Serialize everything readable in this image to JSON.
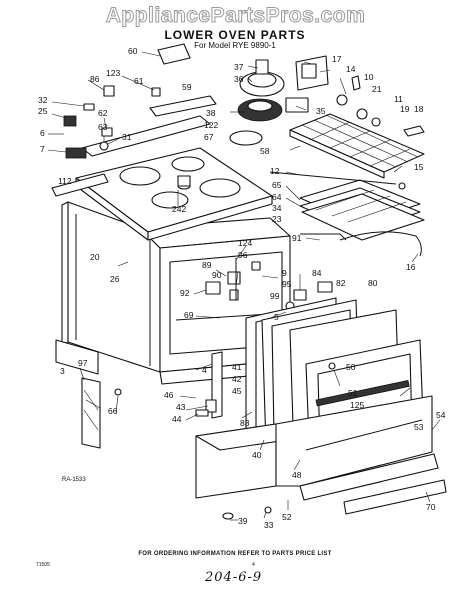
{
  "watermark": "AppliancePartsPros.com",
  "title": "LOWER OVEN PARTS",
  "subtitle": "For Model RYE 9890-1",
  "figure_code": "RA-1533",
  "footer_note": "FOR ORDERING INFORMATION REFER TO PARTS PRICE LIST",
  "ref_code": "71505",
  "page_number": "4",
  "handwritten_note": "204-6-9",
  "callouts": [
    {
      "id": "c60",
      "text": "60"
    },
    {
      "id": "c37",
      "text": "37"
    },
    {
      "id": "c17",
      "text": "17"
    },
    {
      "id": "c14",
      "text": "14"
    },
    {
      "id": "c86",
      "text": "86"
    },
    {
      "id": "c123",
      "text": "123"
    },
    {
      "id": "c61",
      "text": "61"
    },
    {
      "id": "c36",
      "text": "36"
    },
    {
      "id": "c10",
      "text": "10"
    },
    {
      "id": "c59",
      "text": "59"
    },
    {
      "id": "c21",
      "text": "21"
    },
    {
      "id": "c32",
      "text": "32"
    },
    {
      "id": "c25",
      "text": "25"
    },
    {
      "id": "c11",
      "text": "11"
    },
    {
      "id": "c19",
      "text": "19"
    },
    {
      "id": "c35",
      "text": "35"
    },
    {
      "id": "c62",
      "text": "62"
    },
    {
      "id": "c38",
      "text": "38"
    },
    {
      "id": "c18",
      "text": "18"
    },
    {
      "id": "c122",
      "text": "122"
    },
    {
      "id": "c63",
      "text": "63"
    },
    {
      "id": "c6",
      "text": "6"
    },
    {
      "id": "c31",
      "text": "31"
    },
    {
      "id": "c67",
      "text": "67"
    },
    {
      "id": "c7",
      "text": "7"
    },
    {
      "id": "c58",
      "text": "58"
    },
    {
      "id": "c15",
      "text": "15"
    },
    {
      "id": "c112",
      "text": "112"
    },
    {
      "id": "c12",
      "text": "12"
    },
    {
      "id": "c65",
      "text": "65"
    },
    {
      "id": "c64",
      "text": "64"
    },
    {
      "id": "c242",
      "text": "242"
    },
    {
      "id": "c34",
      "text": "34"
    },
    {
      "id": "c23",
      "text": "23"
    },
    {
      "id": "c124",
      "text": "124"
    },
    {
      "id": "c91",
      "text": "91"
    },
    {
      "id": "c20",
      "text": "20"
    },
    {
      "id": "c96",
      "text": "96"
    },
    {
      "id": "c89",
      "text": "89"
    },
    {
      "id": "c16",
      "text": "16"
    },
    {
      "id": "c90",
      "text": "90"
    },
    {
      "id": "c9",
      "text": "9"
    },
    {
      "id": "c26",
      "text": "26"
    },
    {
      "id": "c84",
      "text": "84"
    },
    {
      "id": "c82",
      "text": "82"
    },
    {
      "id": "c80",
      "text": "80"
    },
    {
      "id": "c92",
      "text": "92"
    },
    {
      "id": "c95",
      "text": "95"
    },
    {
      "id": "c99",
      "text": "99"
    },
    {
      "id": "c69",
      "text": "69"
    },
    {
      "id": "c5",
      "text": "5"
    },
    {
      "id": "c41",
      "text": "41"
    },
    {
      "id": "c42",
      "text": "42"
    },
    {
      "id": "c50",
      "text": "50"
    },
    {
      "id": "c97",
      "text": "97"
    },
    {
      "id": "c3",
      "text": "3"
    },
    {
      "id": "c4",
      "text": "4"
    },
    {
      "id": "c45",
      "text": "45"
    },
    {
      "id": "c46",
      "text": "46"
    },
    {
      "id": "c51",
      "text": "51"
    },
    {
      "id": "c125",
      "text": "125"
    },
    {
      "id": "c66",
      "text": "66"
    },
    {
      "id": "c43",
      "text": "43"
    },
    {
      "id": "c44",
      "text": "44"
    },
    {
      "id": "c54",
      "text": "54"
    },
    {
      "id": "c83",
      "text": "83"
    },
    {
      "id": "c53",
      "text": "53"
    },
    {
      "id": "c40",
      "text": "40"
    },
    {
      "id": "c48",
      "text": "48"
    },
    {
      "id": "c70",
      "text": "70"
    },
    {
      "id": "c52",
      "text": "52"
    },
    {
      "id": "c39",
      "text": "39"
    },
    {
      "id": "c33",
      "text": "33"
    }
  ]
}
